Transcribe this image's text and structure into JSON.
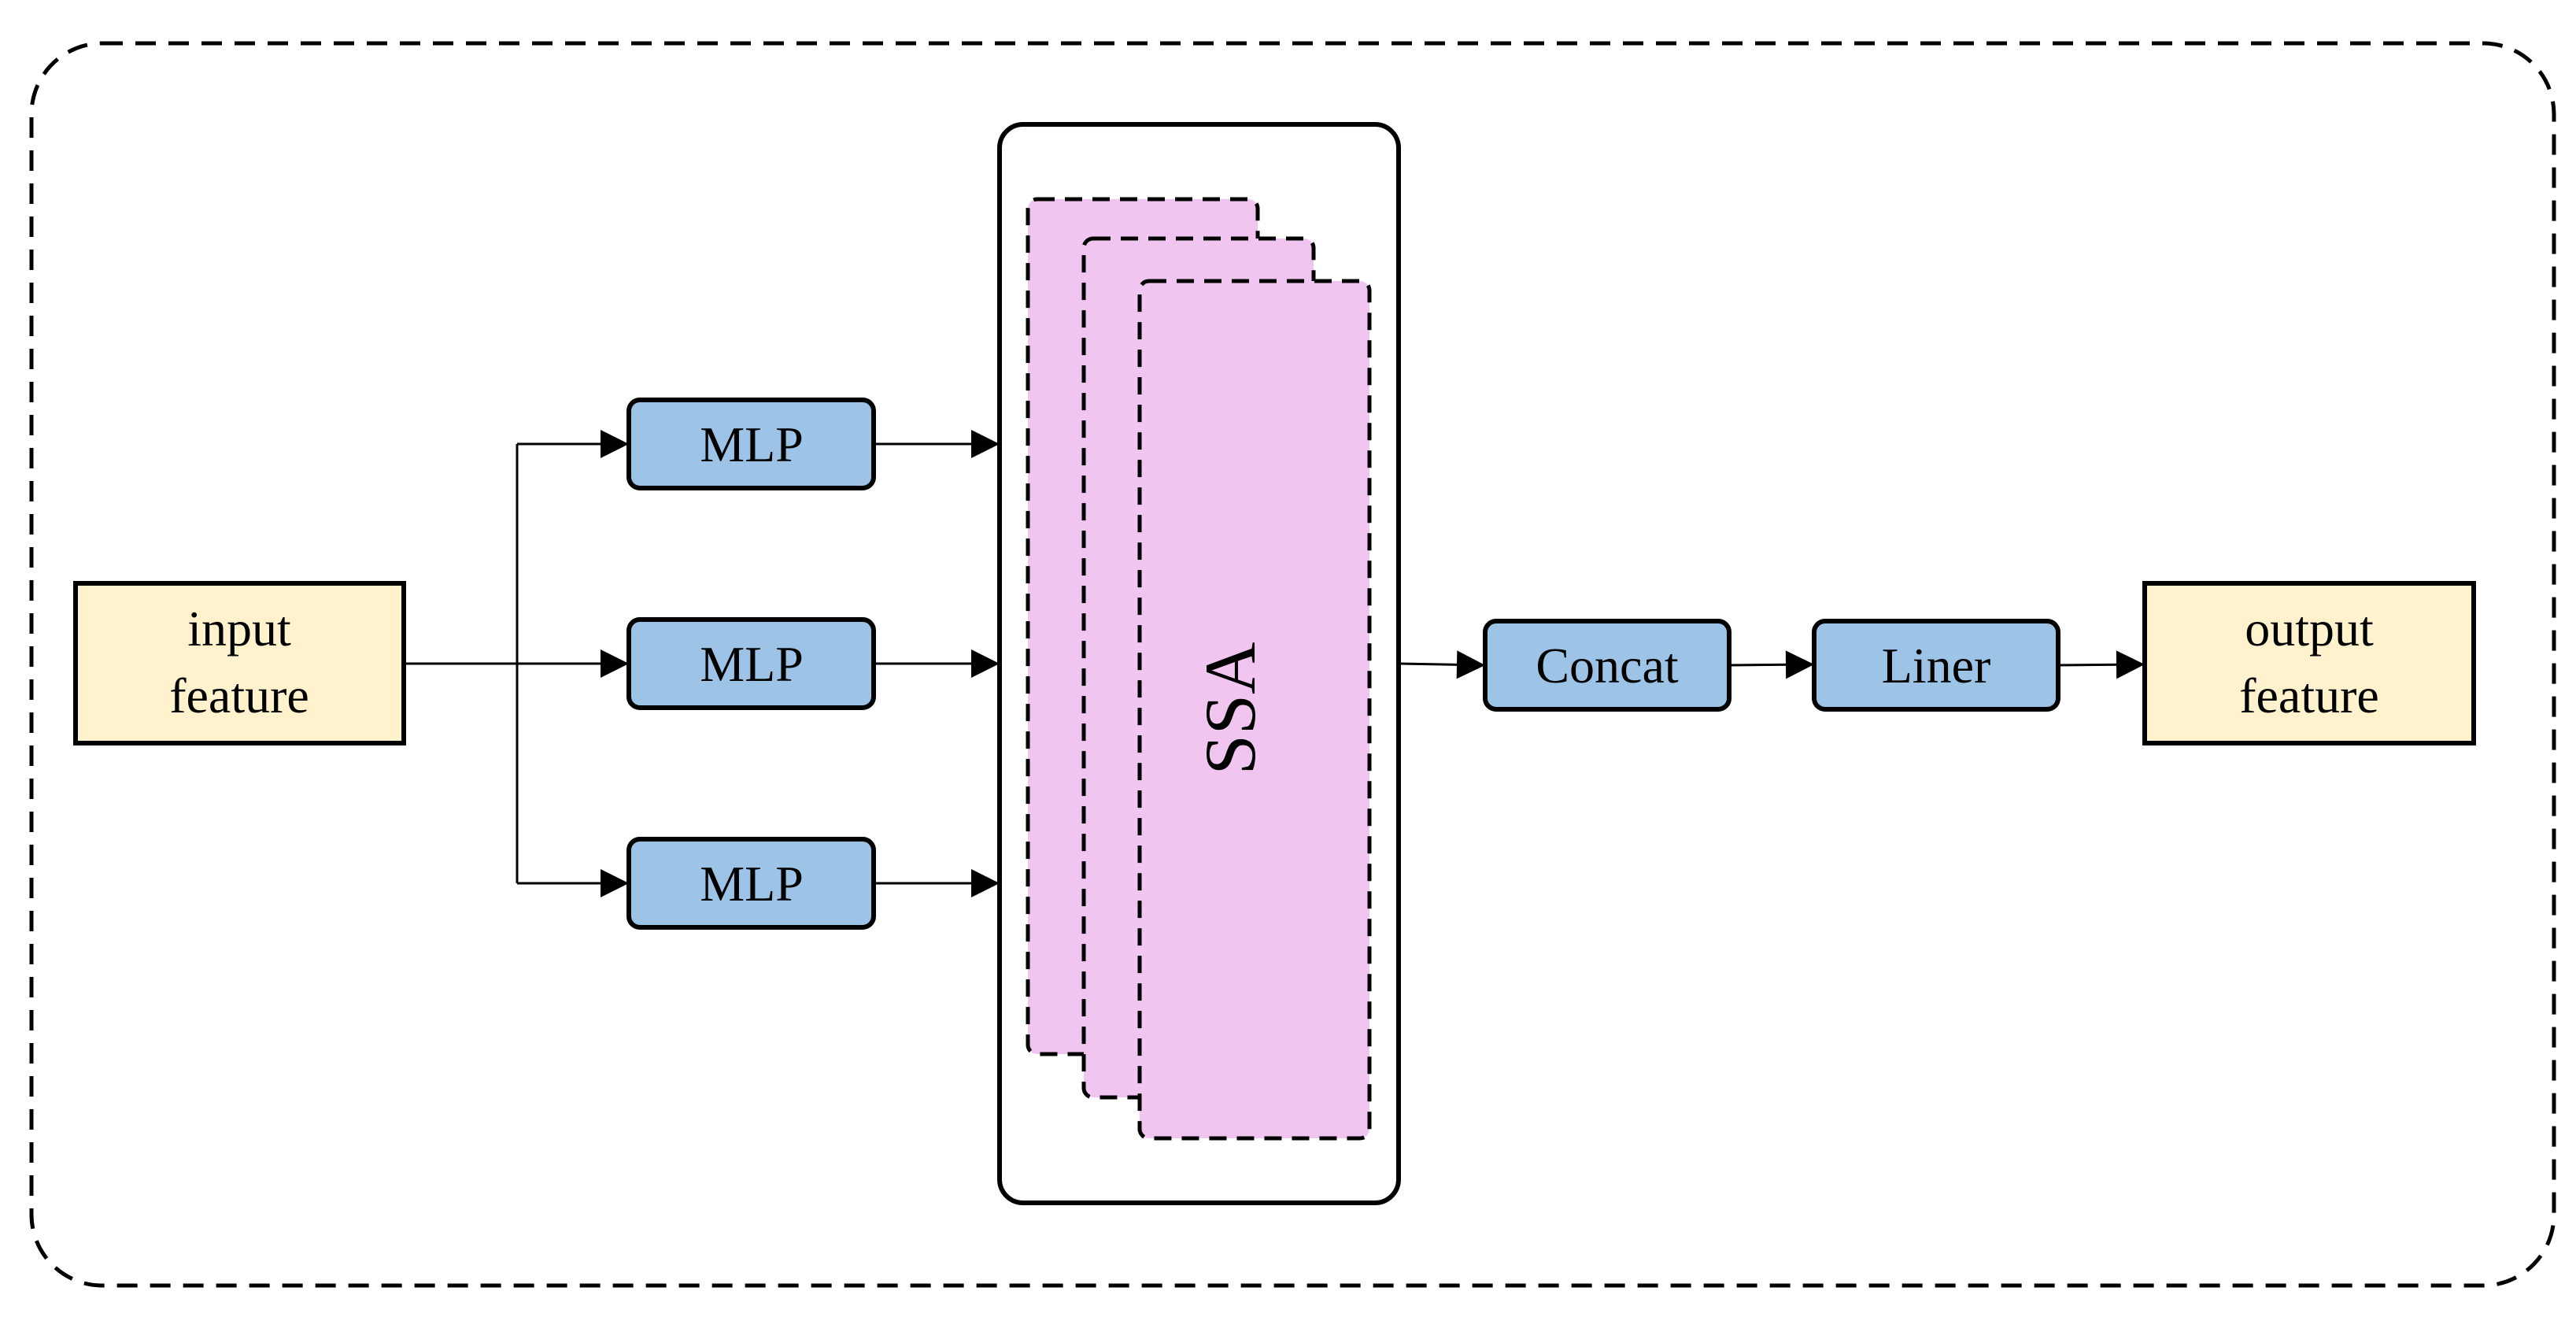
{
  "diagram": {
    "input": {
      "line1": "input",
      "line2": "feature"
    },
    "mlp": [
      "MLP",
      "MLP",
      "MLP"
    ],
    "attention": {
      "label": "SSA"
    },
    "concat": {
      "label": "Concat"
    },
    "liner": {
      "label": "Liner"
    },
    "output": {
      "line1": "output",
      "line2": "feature"
    }
  },
  "colors": {
    "feature_fill": "#fff2cc",
    "mlp_fill": "#9dc3e6",
    "ssa_fill": "#f0c6f0",
    "stroke": "#000000",
    "background": "#ffffff"
  }
}
